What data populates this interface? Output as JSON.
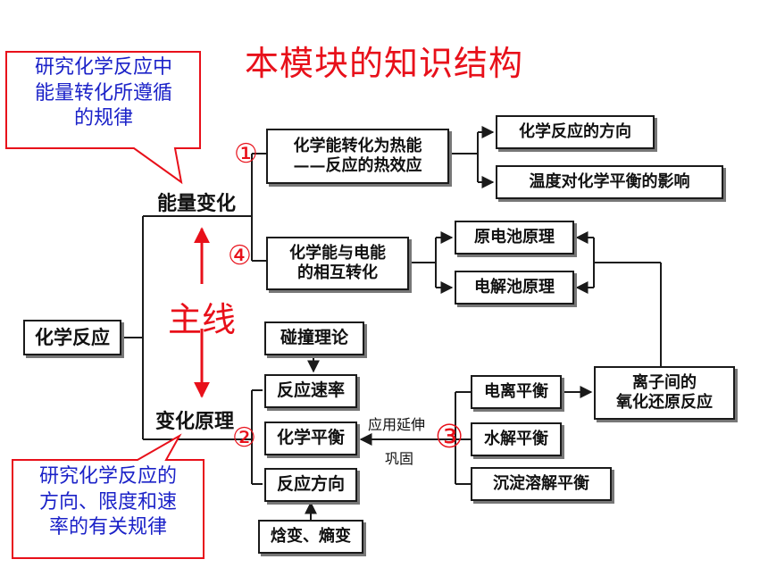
{
  "title": "本模块的知识结构",
  "callout_top": [
    "研究化学反应中",
    "能量转化所遵循",
    "的规律"
  ],
  "callout_bottom": [
    "研究化学反应的",
    "方向、限度和速",
    "率的有关规律"
  ],
  "main_label": "主线",
  "root": "化学反应",
  "energy_branch": "能量变化",
  "principle_branch": "变化原理",
  "markers": {
    "one": "①",
    "two": "②",
    "three": "③",
    "four": "④"
  },
  "boxes": {
    "heat_line1": "化学能转化为热能",
    "heat_line2": "——反应的热效应",
    "reaction_direction": "化学反应的方向",
    "temperature_effect": "温度对化学平衡的影响",
    "electric_line1": "化学能与电能",
    "electric_line2": "的相互转化",
    "galvanic_cell": "原电池原理",
    "electrolytic_cell": "电解池原理",
    "redox_line1": "离子间的",
    "redox_line2": "氧化还原反应",
    "collision_theory": "碰撞理论",
    "reaction_rate": "反应速率",
    "chemical_equilibrium": "化学平衡",
    "reaction_dir": "反应方向",
    "enthalpy_entropy": "焓变、熵变",
    "ionization_eq": "电离平衡",
    "hydrolysis_eq": "水解平衡",
    "precipitation_eq": "沉淀溶解平衡"
  },
  "arrow_labels": {
    "apply": "应用延伸",
    "consolidate": "巩固"
  },
  "colors": {
    "title": "#e8101a",
    "callout_border": "#e8101a",
    "callout_text": "#1b22c8",
    "line": "#1a1a1a"
  }
}
